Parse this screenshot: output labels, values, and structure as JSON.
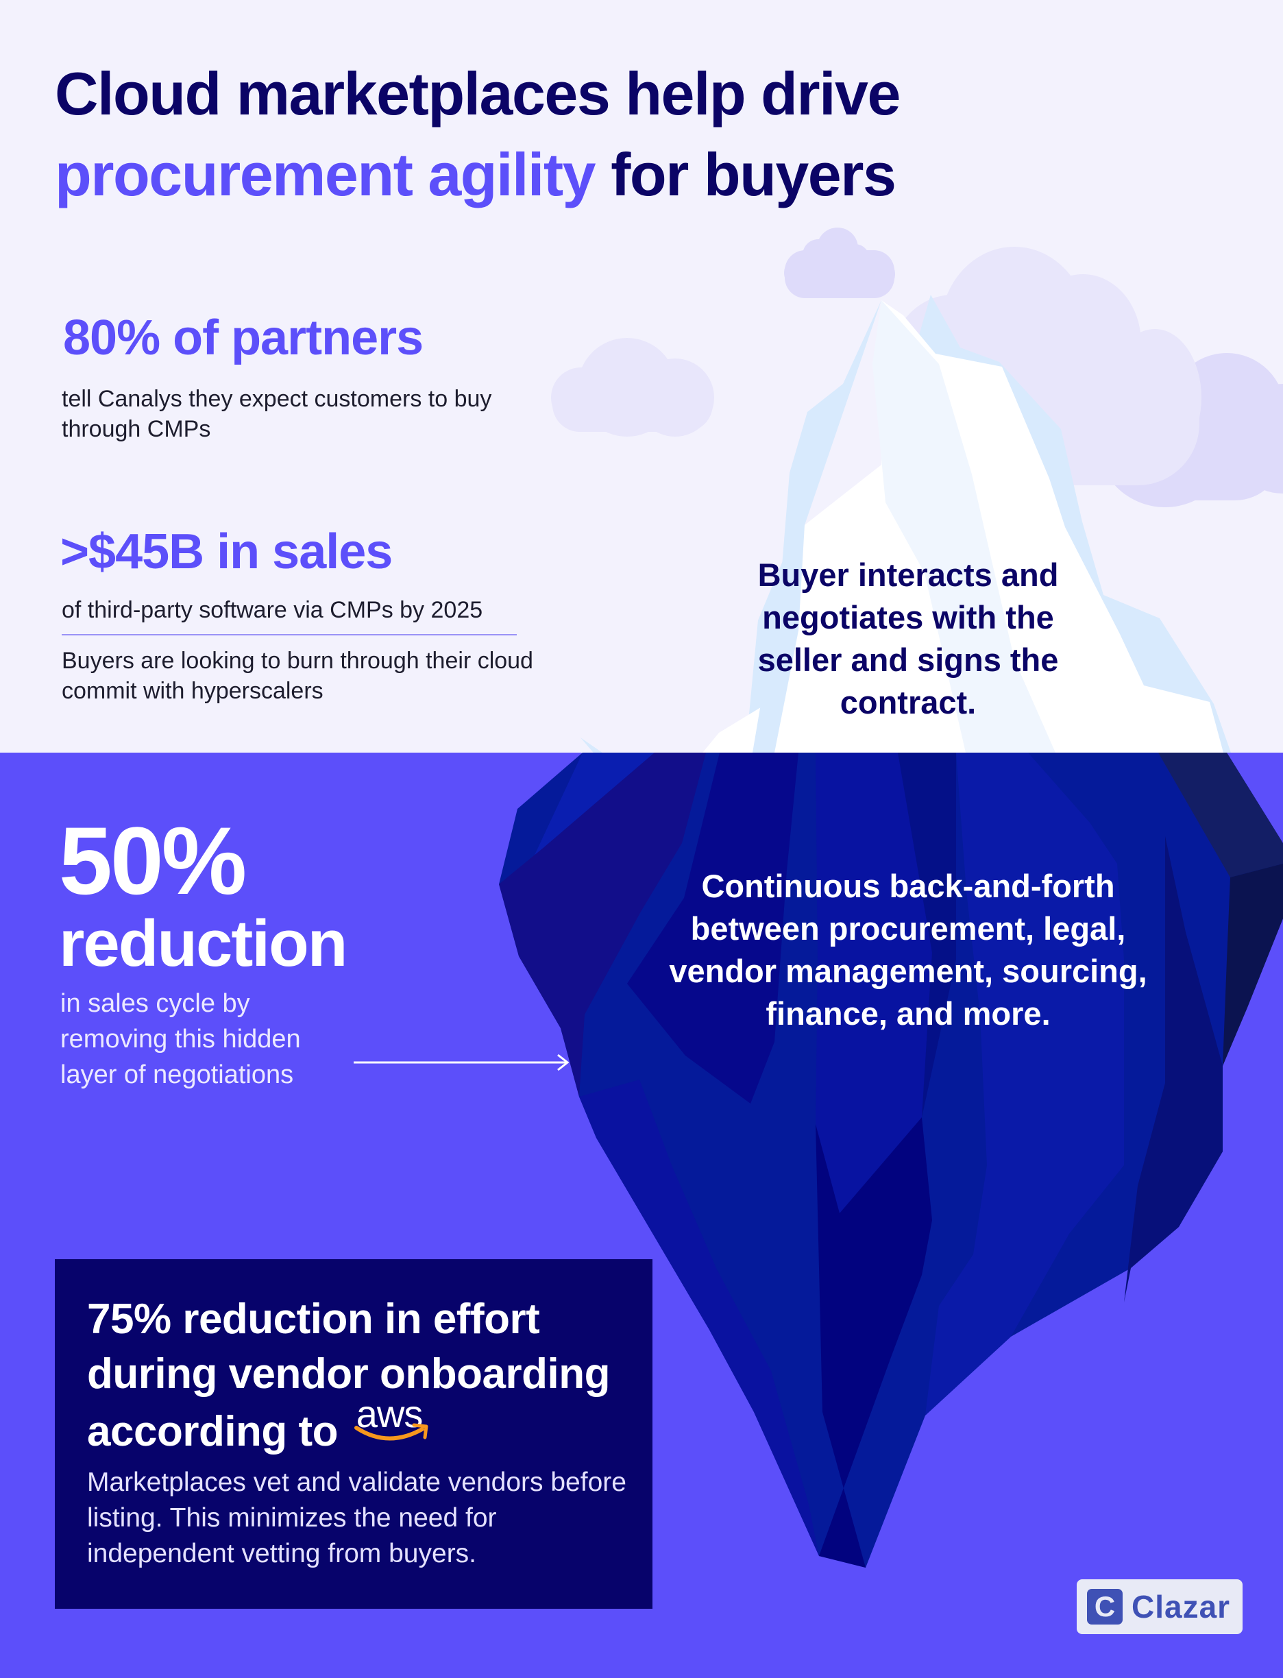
{
  "title": {
    "line1": "Cloud marketplaces help drive",
    "accent": "procurement agility",
    "rest": " for buyers"
  },
  "stats": {
    "partners": {
      "headline": "80% of partners",
      "description": "tell Canalys they expect customers to buy through CMPs"
    },
    "sales": {
      "headline": ">$45B in sales",
      "description": "of third-party software via CMPs by 2025",
      "note": "Buyers are looking to burn through their cloud commit with hyperscalers"
    },
    "cycle": {
      "value": "50%",
      "label": "reduction",
      "description": "in sales cycle by removing this hidden layer of negotiations"
    }
  },
  "iceberg": {
    "tip_text": "Buyer interacts and negotiates with the seller and signs the contract.",
    "underwater_text": "Continuous back-and-forth between procurement, legal, vendor management, sourcing, finance, and more."
  },
  "effort_box": {
    "headline": "75% reduction in effort during vendor onboarding according to",
    "aws_logo_text": "aws",
    "description": "Marketplaces vet and validate vendors before listing. This minimizes the need for independent vetting from buyers."
  },
  "brand": {
    "logo_mark": "C",
    "name": "Clazar"
  },
  "colors": {
    "navy": "#0b0466",
    "accent": "#5c4ffa",
    "sky": "#f3f2fd",
    "box": "#07036b",
    "aws_orange": "#f7981d",
    "clazar_blue": "#3f51b5"
  }
}
